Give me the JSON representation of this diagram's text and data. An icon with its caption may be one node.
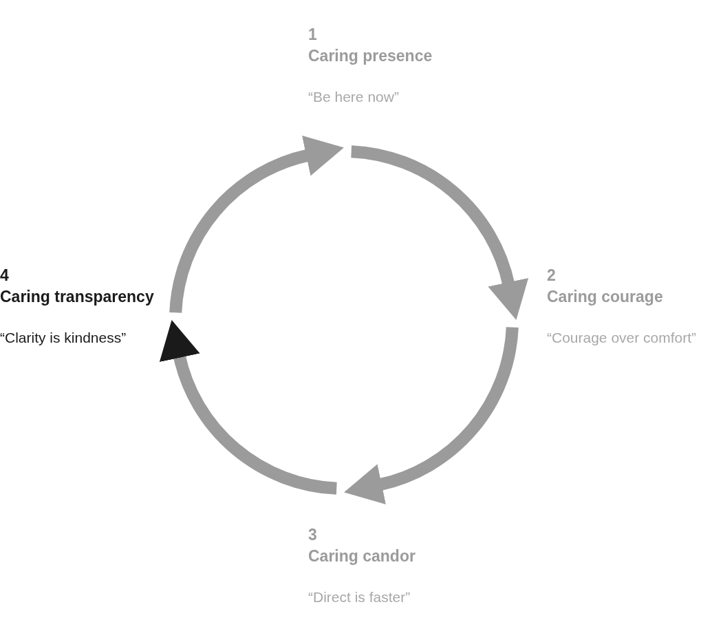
{
  "diagram": {
    "nodes": [
      {
        "text": [
          "1",
          "Caring presence",
          "“Be here now”"
        ]
      },
      {
        "text": [
          "2",
          "Caring courage",
          "“Courage over comfort”"
        ]
      },
      {
        "text": [
          "3",
          "Caring candor",
          "“Direct is faster”"
        ]
      },
      {
        "text": [
          "4",
          "Caring transparency",
          "“Clarity is kindness”"
        ]
      }
    ],
    "edges": [
      {
        "from": 3,
        "to": 0,
        "arrow": "to"
      },
      {
        "from": 0,
        "to": 1,
        "arrow": "to"
      },
      {
        "from": 1,
        "to": 2,
        "arrow": "to"
      },
      {
        "from": 2,
        "to": 3,
        "arrow": "to"
      }
    ]
  }
}
